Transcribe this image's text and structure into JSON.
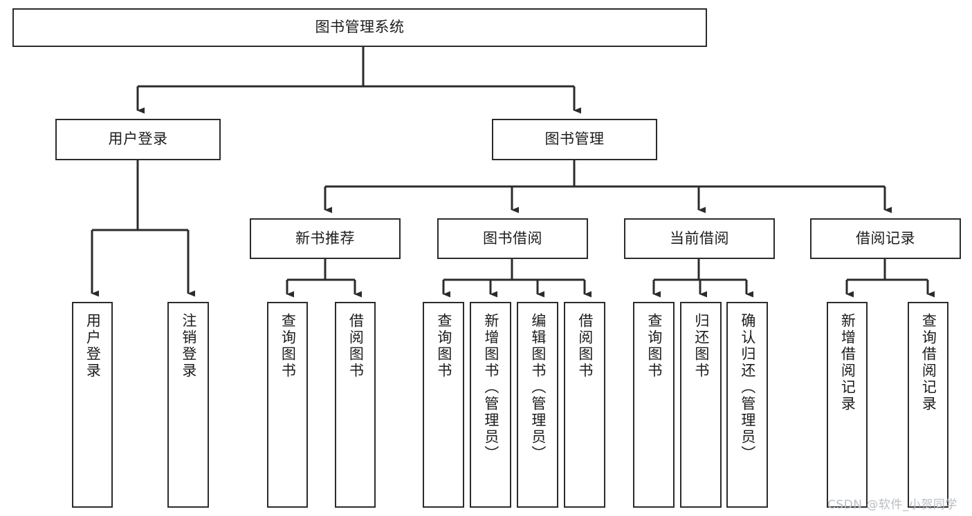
{
  "diagram": {
    "title": "图书管理系统",
    "type": "hierarchy-tree",
    "colors": {
      "box_border": "#2b2b2b",
      "box_fill": "#ffffff",
      "line": "#2b2b2b",
      "text": "#1c1c1c",
      "watermark": "#b9bdc2"
    },
    "root": {
      "label": "图书管理系统"
    },
    "level2": [
      {
        "label": "用户登录"
      },
      {
        "label": "图书管理"
      }
    ],
    "level3": [
      {
        "label": "新书推荐"
      },
      {
        "label": "图书借阅"
      },
      {
        "label": "当前借阅"
      },
      {
        "label": "借阅记录"
      }
    ],
    "leaves": {
      "user_login": [
        {
          "label": "用户登录"
        },
        {
          "label": "注销登录"
        }
      ],
      "new_book_recommend": [
        {
          "label": "查询图书"
        },
        {
          "label": "借阅图书"
        }
      ],
      "book_borrow": [
        {
          "label": "查询图书"
        },
        {
          "label": "新增图书（管理员）"
        },
        {
          "label": "编辑图书（管理员）"
        },
        {
          "label": "借阅图书"
        }
      ],
      "current_borrow": [
        {
          "label": "查询图书"
        },
        {
          "label": "归还图书"
        },
        {
          "label": "确认归还（管理员）"
        }
      ],
      "borrow_records": [
        {
          "label": "新增借阅记录"
        },
        {
          "label": "查询借阅记录"
        }
      ]
    }
  },
  "watermark": {
    "text": "CSDN @软件_小贺同学"
  }
}
